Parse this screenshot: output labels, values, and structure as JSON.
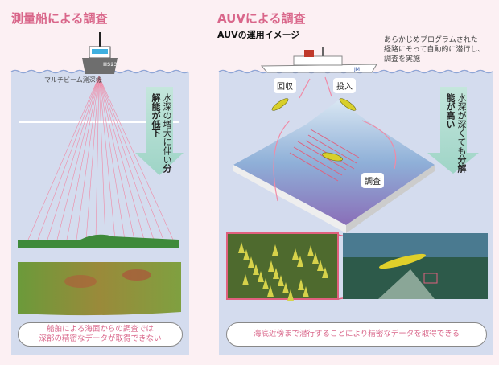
{
  "left": {
    "title": "測量船による調査",
    "ship_label": "HS23",
    "sonar_label": "マルチビーム測深機",
    "arrow_text_1": "水深の増大に伴い",
    "arrow_text_2": "分解能が低下",
    "caption_line1": "船舶による海面からの調査では",
    "caption_line2": "深部の精密なデータが取得できない"
  },
  "right": {
    "title": "AUVによる調査",
    "subtitle": "AUVの運用イメージ",
    "note_line1": "あらかじめプログラムされた",
    "note_line2": "経路にそって自動的に潜行し、",
    "note_line3": "調査を実施",
    "label_recover": "回収",
    "label_deploy": "投入",
    "label_survey": "調査",
    "arrow_text_1": "水深が深くても",
    "arrow_text_2": "分解能が高い",
    "caption": "海底近傍まで潜行することにより精密なデータを取得できる"
  },
  "colors": {
    "accent": "#d9668a",
    "water": "#d4dcee",
    "background": "#fcf0f3",
    "arrow": "#a8d8cc"
  }
}
